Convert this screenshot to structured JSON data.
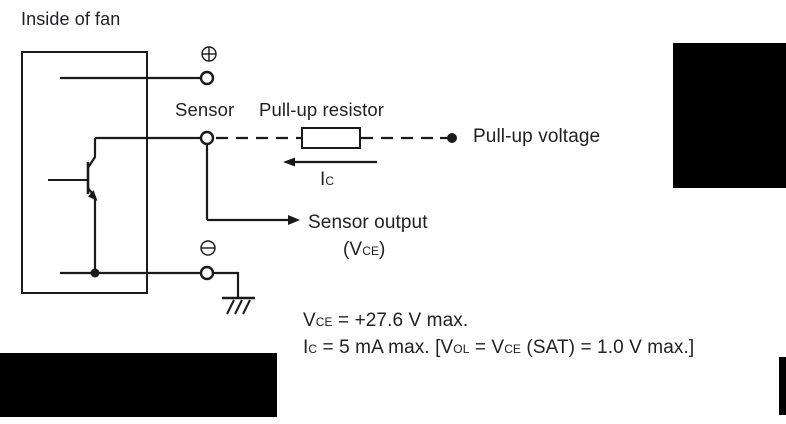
{
  "colors": {
    "ink": "#202126",
    "line": "#1a1a1a",
    "background": "#ffffff",
    "redaction": "#000000"
  },
  "diagram": {
    "title": "Inside of fan",
    "labels": {
      "sensor": "Sensor",
      "pullup_resistor": "Pull-up resistor",
      "pullup_voltage": "Pull-up voltage",
      "ic": {
        "base": "I",
        "sub": "C"
      },
      "sensor_output": "Sensor output",
      "vce": {
        "pre": "(V",
        "sub": "CE",
        "post": ")"
      }
    },
    "icons": {
      "plus_terminal_icon": "⊕",
      "minus_terminal_icon": "⊖",
      "ground_icon": "chassis-ground",
      "transistor_icon": "npn-transistor",
      "resistor_icon": "resistor-box"
    },
    "specs": {
      "line1": {
        "p0": "V",
        "s0": "CE",
        "p1": " = +27.6 V max."
      },
      "line2": {
        "p0": "I",
        "s0": "C",
        "p1": " = 5 mA max. [V",
        "s1": "OL",
        "p2": " = V",
        "s2": "CE",
        "p3": " (SAT) = 1.0 V max.]"
      }
    }
  }
}
